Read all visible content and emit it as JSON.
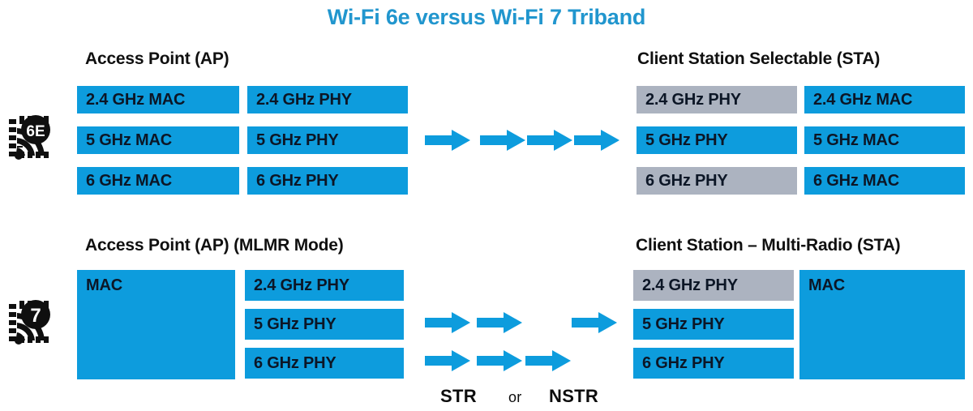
{
  "title": "Wi-Fi 6e versus Wi-Fi 7 Triband",
  "colors": {
    "title_blue": "#2196ce",
    "active_blue": "#0d9cdd",
    "inactive_gray": "#acb3c0",
    "box_text": "#0c1626",
    "background": "#ffffff"
  },
  "rows": [
    {
      "badge": {
        "name": "wifi-6e-badge",
        "label": "6E"
      },
      "ap": {
        "heading": "Access Point (AP)",
        "mac_column": [
          {
            "label": "2.4 GHz MAC",
            "state": "active"
          },
          {
            "label": "5 GHz MAC",
            "state": "active"
          },
          {
            "label": "6 GHz MAC",
            "state": "active"
          }
        ],
        "phy_column": [
          {
            "label": "2.4 GHz PHY",
            "state": "active"
          },
          {
            "label": "5 GHz PHY",
            "state": "active"
          },
          {
            "label": "6 GHz PHY",
            "state": "active"
          }
        ]
      },
      "link": {
        "arrow_rows": [
          {
            "slots": [
              true,
              true,
              true,
              true
            ]
          }
        ]
      },
      "sta": {
        "heading": "Client Station Selectable (STA)",
        "phy_column": [
          {
            "label": "2.4 GHz PHY",
            "state": "inactive"
          },
          {
            "label": "5 GHz PHY",
            "state": "active"
          },
          {
            "label": "6 GHz PHY",
            "state": "inactive"
          }
        ],
        "mac_column": [
          {
            "label": "2.4 GHz MAC",
            "state": "active"
          },
          {
            "label": "5 GHz MAC",
            "state": "active"
          },
          {
            "label": "6 GHz MAC",
            "state": "active"
          }
        ]
      }
    },
    {
      "badge": {
        "name": "wifi-7-badge",
        "label": "7"
      },
      "ap": {
        "heading": "Access Point (AP) (MLMR Mode)",
        "mac_block": {
          "label": "MAC",
          "state": "active"
        },
        "phy_column": [
          {
            "label": "2.4 GHz PHY",
            "state": "active"
          },
          {
            "label": "5 GHz PHY",
            "state": "active"
          },
          {
            "label": "6 GHz PHY",
            "state": "active"
          }
        ]
      },
      "link": {
        "arrow_rows": [
          {
            "slots": [
              true,
              true,
              false,
              true
            ]
          },
          {
            "slots": [
              true,
              true,
              true,
              false
            ]
          }
        ],
        "legend": {
          "left": "STR",
          "conjunction": "or",
          "right": "NSTR"
        }
      },
      "sta": {
        "heading": "Client Station – Multi-Radio (STA)",
        "phy_column": [
          {
            "label": "2.4 GHz PHY",
            "state": "inactive"
          },
          {
            "label": "5 GHz PHY",
            "state": "active"
          },
          {
            "label": "6 GHz PHY",
            "state": "active"
          }
        ],
        "mac_block": {
          "label": "MAC",
          "state": "active"
        }
      }
    }
  ]
}
